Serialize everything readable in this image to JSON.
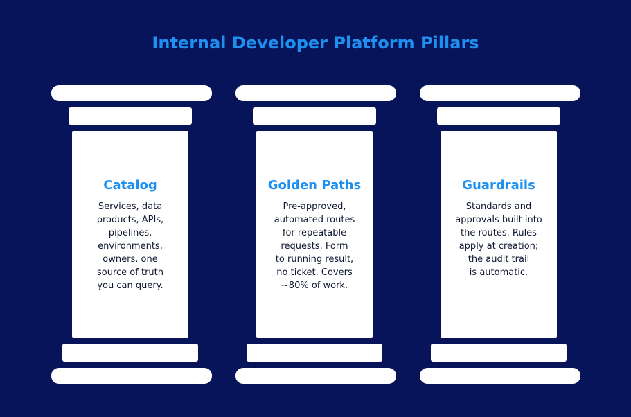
{
  "title": "Internal Developer Platform Pillars",
  "colors": {
    "background": "#07145a",
    "accent": "#1e90f0",
    "pillar": "#ffffff",
    "body_text": "#101833"
  },
  "pillars": [
    {
      "title": "Catalog",
      "description": "Services, data\nproducts, APIs,\npipelines,\nenvironments,\nowners. one\nsource of truth\nyou can query."
    },
    {
      "title": "Golden Paths",
      "description": "Pre-approved,\nautomated routes\nfor repeatable\nrequests. Form\nto running result,\nno ticket. Covers\n~80% of work."
    },
    {
      "title": "Guardrails",
      "description": "Standards and\napprovals built into\nthe routes. Rules\napply at creation;\nthe audit trail\nis automatic."
    }
  ]
}
